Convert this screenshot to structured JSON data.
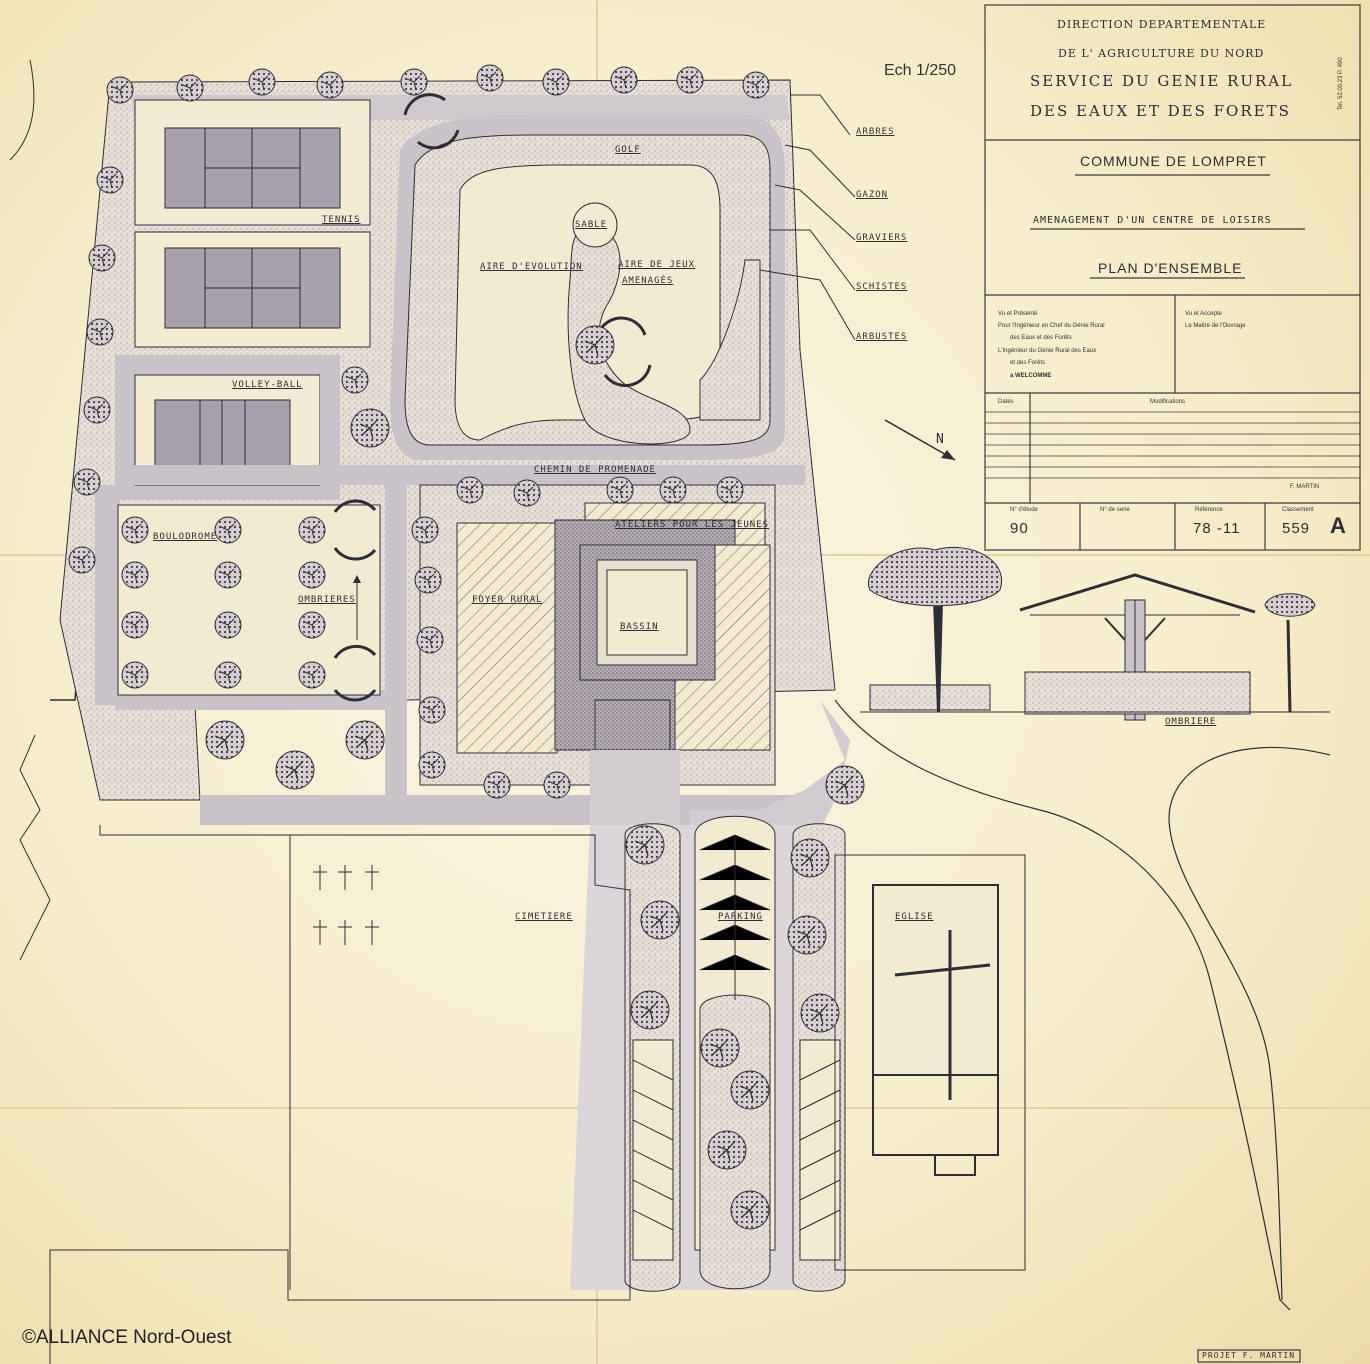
{
  "scale": "Ech 1/250",
  "title_block": {
    "line1": "DIRECTION DEPARTEMENTALE",
    "line2": "DE L' AGRICULTURE DU NORD",
    "line3": "SERVICE DU GENIE RURAL",
    "line4": "DES EAUX ET DES FORETS",
    "side_ref": "Tel. 52.00.23  P. 490",
    "commune": "COMMUNE DE LOMPRET",
    "project": "AMENAGEMENT D'UN CENTRE DE LOISIRS",
    "plan": "PLAN D'ENSEMBLE",
    "vu_presente": "Vu et Présenté",
    "pour_ingenieur": "Pour l'Ingénieur en Chef du Génie Rural",
    "des_eaux": "des Eaux et des Forêts",
    "ingenieur": "L'Ingénieur du Génie Rural des Eaux",
    "et_forets": "et des Forêts",
    "a_welcomme": "a WELCOMME",
    "vu_accepte": "Vu et Accepte",
    "maitre": "Le Maitre de l'Ouvrage",
    "dates_label": "Dates",
    "modifications_label": "Modifications",
    "author_signature": "F. MARTIN",
    "etude_label": "N° d'étude",
    "serie_label": "N° de serie",
    "reference_label": "Référence",
    "classement_label": "Classement",
    "etude_value": "90",
    "reference_value": "78 -11",
    "classement_value": "559",
    "classement_letter": "A"
  },
  "legend": [
    "ARBRES",
    "GAZON",
    "GRAVIERS",
    "SCHISTES",
    "ARBUSTES"
  ],
  "north_label": "N",
  "areas": {
    "tennis": "TENNIS",
    "golf": "GOLF",
    "sable": "SABLE",
    "aire_evolution": "AIRE D'EVOLUTION",
    "aire_jeux_1": "AIRE DE JEUX",
    "aire_jeux_2": "AMENAGÉS",
    "volley": "VOLLEY-BALL",
    "chemin": "CHEMIN DE PROMENADE",
    "boulodrome": "BOULODROME",
    "ombrieres": "OMBRIERES",
    "foyer": "FOYER RURAL",
    "ateliers": "ATELIERS POUR LES JEUNES",
    "bassin": "BASSIN",
    "cimetiere": "CIMETIERE",
    "parking": "PARKING",
    "eglise": "EGLISE",
    "ombriere_elev": "OMBRIERE"
  },
  "project_author": "PROJET  F. MARTIN",
  "copyright": "©ALLIANCE Nord-Ouest",
  "colors": {
    "paper": "#f6ecc9",
    "ink": "#2f2d35",
    "path_grey": "#c9c3c9",
    "court": "#a8a0ab"
  }
}
